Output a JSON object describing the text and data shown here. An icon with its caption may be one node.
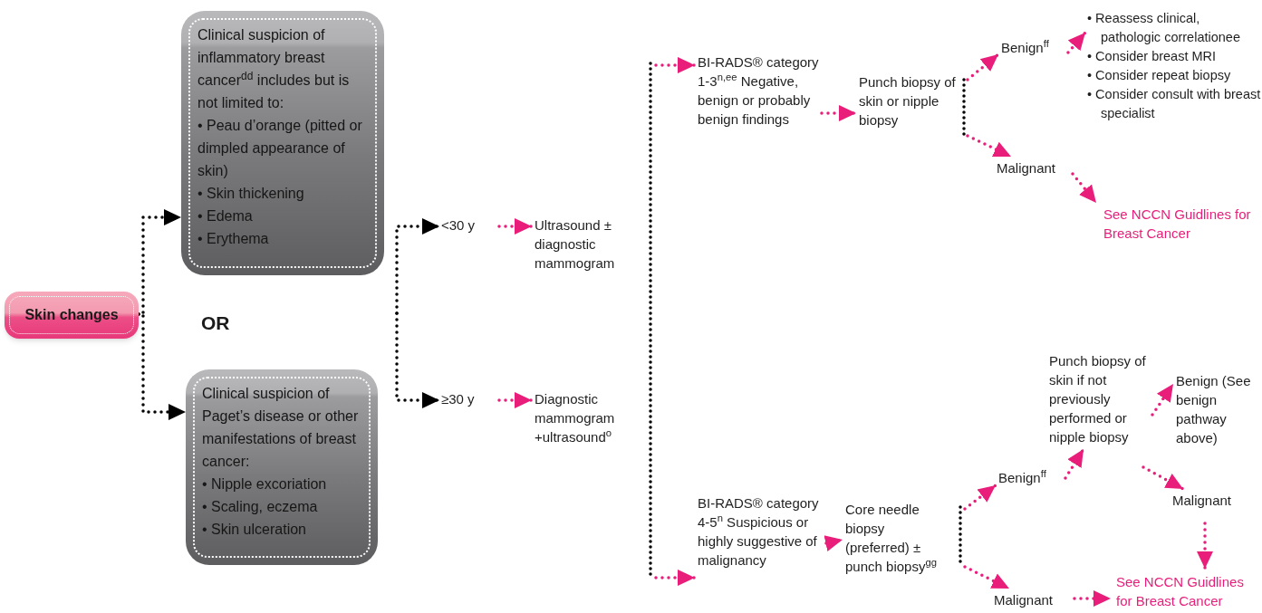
{
  "diagram": {
    "nodes": [
      {
        "text": [
          "Skin changes"
        ]
      },
      {
        "text": [
          "Clinical suspicion of inflammatory breast cancer$^{dd}$ includes but is not limited to:",
          "• Peau d’orange (pitted or dimpled appearance of skin)",
          "• Skin thickening",
          "• Edema",
          "• Erythema"
        ]
      },
      {
        "text": [
          "Clinical suspicion of Paget’s disease or other manifestations of breast cancer:",
          "• Nipple excoriation",
          "• Scaling, eczema",
          "• Skin ulceration"
        ]
      },
      {
        "text": [
          "<30 y"
        ]
      },
      {
        "text": [
          "Ultrasound ± diagnostic mammogram"
        ]
      },
      {
        "text": [
          "≥30 y"
        ]
      },
      {
        "text": [
          "Diagnostic mammogram +ultrasound$^{o}$"
        ]
      },
      {
        "text": [
          "BI-RADS® category 1-3$^{n,ee}$ Negative, benign or probably benign findings"
        ]
      },
      {
        "text": [
          "Punch biopsy of skin or nipple biopsy"
        ]
      },
      {
        "text": [
          "Benign$^{ff}$"
        ]
      },
      {
        "text": [
          "• Reassess clinical, pathologic correlationee",
          "• Consider breast MRI",
          "• Consider repeat biopsy",
          "• Consider consult with breast specialist"
        ]
      },
      {
        "text": [
          "Malignant"
        ]
      },
      {
        "text": [
          "See NCCN Guidlines for Breast Cancer"
        ]
      },
      {
        "text": [
          "BI-RADS® category 4-5$^{n}$ Suspicious or highly suggestive of malignancy"
        ]
      },
      {
        "text": [
          "Core needle biopsy (preferred) ± punch biopsy$^{gg}$"
        ]
      },
      {
        "text": [
          "Benign$^{ff}$"
        ]
      },
      {
        "text": [
          "Punch biopsy of skin if not previously performed or nipple biopsy"
        ]
      },
      {
        "text": [
          "Benign (See benign pathway above)"
        ]
      },
      {
        "text": [
          "Malignant"
        ]
      },
      {
        "text": [
          "Malignant"
        ]
      },
      {
        "text": [
          "See NCCN Guidlines for Breast Cancer"
        ]
      }
    ],
    "edges": [
      {
        "from": 0,
        "to": 1,
        "arrow": "to",
        "color": "#000000"
      },
      {
        "from": 0,
        "to": 2,
        "arrow": "to",
        "color": "#000000"
      },
      {
        "from": null,
        "to": 3,
        "arrow": "to",
        "color": "#000000"
      },
      {
        "from": null,
        "to": 5,
        "arrow": "to",
        "color": "#000000"
      },
      {
        "from": 3,
        "to": 4,
        "arrow": "to"
      },
      {
        "from": 5,
        "to": 6,
        "arrow": "to"
      },
      {
        "from": null,
        "to": 7,
        "arrow": "to"
      },
      {
        "from": null,
        "to": 13,
        "arrow": "to"
      },
      {
        "from": 7,
        "to": 8,
        "arrow": "to"
      },
      {
        "from": 8,
        "to": 9,
        "arrow": "to"
      },
      {
        "from": 8,
        "to": 11,
        "arrow": "to"
      },
      {
        "from": 9,
        "to": 10,
        "arrow": "to"
      },
      {
        "from": 11,
        "to": 12,
        "arrow": "to"
      },
      {
        "from": 13,
        "to": 14,
        "arrow": "to"
      },
      {
        "from": 14,
        "to": 15,
        "arrow": "to"
      },
      {
        "from": 14,
        "to": 19,
        "arrow": "to"
      },
      {
        "from": 15,
        "to": 16,
        "arrow": "to"
      },
      {
        "from": 16,
        "to": 17,
        "arrow": "to"
      },
      {
        "from": 16,
        "to": 18,
        "arrow": "to"
      },
      {
        "from": 18,
        "to": 20,
        "arrow": "to"
      },
      {
        "from": 19,
        "to": 20,
        "arrow": "to"
      }
    ],
    "labels": [
      "OR"
    ]
  }
}
